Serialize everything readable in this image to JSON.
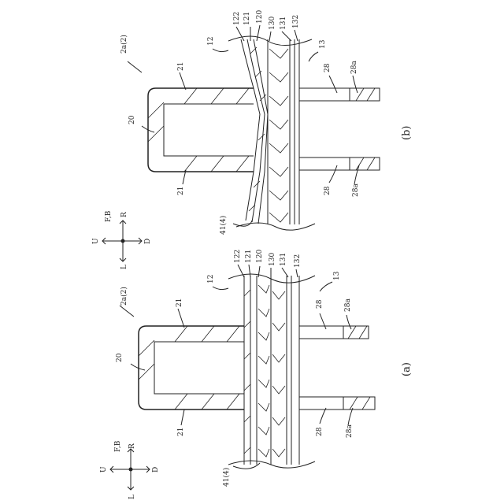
{
  "figure_a": {
    "caption": "(a)",
    "assembly_ref": "2a(2)",
    "part_12": "12",
    "part_13": "13",
    "part_20": "20",
    "part_21_top": "21",
    "part_21_bottom": "21",
    "layer_122": "122",
    "layer_121": "121",
    "layer_120": "120",
    "layer_130": "130",
    "layer_131": "131",
    "layer_132": "132",
    "part_28_top": "28",
    "part_28a_top": "28a",
    "part_28_bottom": "28",
    "part_28a_bottom": "28a",
    "ref_41": "41(4)",
    "dir_fb": "F,B",
    "dir_r": "R",
    "dir_u": "U",
    "dir_d": "D",
    "dir_l": "L"
  },
  "figure_b": {
    "caption": "(b)",
    "assembly_ref": "2a(2)",
    "part_12": "12",
    "part_13": "13",
    "part_20": "20",
    "part_21_top": "21",
    "part_21_bottom": "21",
    "layer_122": "122",
    "layer_121": "121",
    "layer_120": "120",
    "layer_130": "130",
    "layer_131": "131",
    "layer_132": "132",
    "part_28_top": "28",
    "part_28a_top": "28a",
    "part_28_bottom": "28",
    "part_28a_bottom": "28a",
    "ref_41": "41(4)",
    "dir_fb": "F,B",
    "dir_r": "R",
    "dir_u": "U",
    "dir_d": "D",
    "dir_l": "L"
  }
}
